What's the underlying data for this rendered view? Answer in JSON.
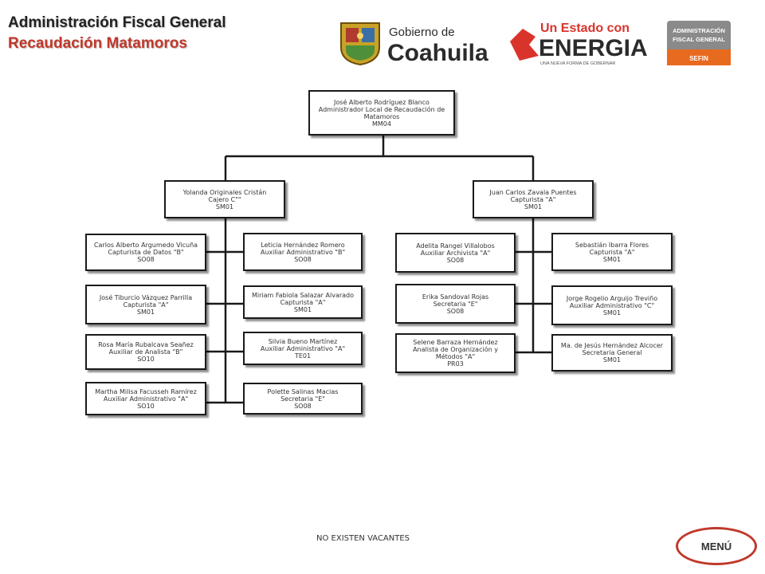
{
  "header": {
    "title": "Administración Fiscal General",
    "subtitle": "Recaudación Matamoros"
  },
  "logos": {
    "gobierno_line1": "Gobierno de",
    "gobierno_line2": "Coahuila",
    "estado_line1": "Un Estado con",
    "estado_line2": "ENERGIA",
    "estado_tagline": "UNA NUEVA FORMA DE GOBERNAR",
    "afg_line1": "ADMINISTRACIÓN",
    "afg_line2": "FISCAL GENERAL",
    "afg_line3": "SEFIN"
  },
  "org": {
    "head": {
      "name": "José Alberto Rodríguez Blanco",
      "role": "Administrador Local de Recaudación de Matamoros",
      "code": "MM04"
    },
    "left_chief": {
      "name": "Yolanda Originales Cristán",
      "role": "Cajero C\"\"",
      "code": "SM01"
    },
    "right_chief": {
      "name": "Juan Carlos Zavala Puentes",
      "role": "Capturista \"A\"",
      "code": "SM01"
    },
    "left_outer": [
      {
        "name": "Carlos Alberto Argumedo Vicuña",
        "role": "Capturista de Datos \"B\"",
        "code": "SO08"
      },
      {
        "name": "José Tiburcio Vázquez Parrilla",
        "role": "Capturista \"A\"",
        "code": "SM01"
      },
      {
        "name": "Rosa María Rubalcava Seañez",
        "role": "Auxiliar de Analista \"B\"",
        "code": "SO10"
      },
      {
        "name": "Martha Milisa Facusseh Ramírez",
        "role": "Auxiliar Administrativo \"A\"",
        "code": "SO10"
      }
    ],
    "left_inner": [
      {
        "name": "Leticia Hernández Romero",
        "role": "Auxiliar Administrativo \"B\"",
        "code": "SO08"
      },
      {
        "name": "Miriam Fabiola Salazar Alvarado",
        "role": "Capturista \"A\"",
        "code": "SM01"
      },
      {
        "name": "Silvia Bueno Martínez",
        "role": "Auxiliar Administrativo \"A\"",
        "code": "TE01"
      },
      {
        "name": "Polette Salinas Macias",
        "role": "Secretaria \"E\"",
        "code": "SO08"
      }
    ],
    "right_inner": [
      {
        "name": "Adelita Rangel Villalobos",
        "role": "Auxiliar Archivista \"A\"",
        "code": "SO08"
      },
      {
        "name": "Erika Sandoval Rojas",
        "role": "Secretaria \"E\"",
        "code": "SO08"
      },
      {
        "name": "Selene Barraza Hernández",
        "role": "Analista de Organización y Métodos \"A\"",
        "code": "PR03"
      }
    ],
    "right_outer": [
      {
        "name": "Sebastián Ibarra Flores",
        "role": "Capturista \"A\"",
        "code": "SM01"
      },
      {
        "name": "Jorge Rogelio Arguijo Treviño",
        "role": "Auxiliar Administrativo \"C\"",
        "code": "SM01"
      },
      {
        "name": "Ma. de Jesús Hernández Alcocer",
        "role": "Secretaria General",
        "code": "SM01"
      }
    ]
  },
  "footer": {
    "vacantes": "NO EXISTEN VACANTES",
    "menu_label": "MENÚ"
  },
  "colors": {
    "title_red": "#c0392b",
    "energia_red": "#d9342b",
    "coahuila_dark": "#2b2b2b",
    "afg_gray": "#8a8a8a"
  }
}
